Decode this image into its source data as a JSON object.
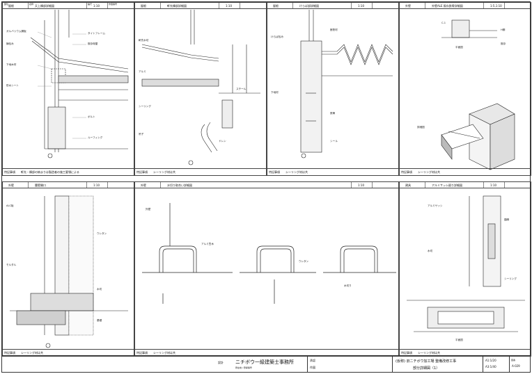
{
  "panels": [
    {
      "cat": "屋根",
      "title": "天上棟部詳細図",
      "scale": "1:10",
      "note": "軒先・棟部の納まりは製造者の施工要領による"
    },
    {
      "cat": "屋根",
      "title": "軒先棟部詳細図",
      "scale": "1:10",
      "note": "シーリング材は共"
    },
    {
      "cat": "屋根",
      "title": "けらば部詳細図",
      "scale": "1:10",
      "note": "シーリング材は共"
    },
    {
      "cat": "外壁",
      "title": "外壁ALE 既存鉄骨詳細図",
      "scale": "1:5,1:10",
      "note": "シーリング材は共"
    },
    {
      "cat": "外壁",
      "title": "腰壁開口",
      "scale": "1:10",
      "note": "シーリング材は共"
    },
    {
      "cat": "外壁",
      "title": "水切り取合い詳細図",
      "scale": "1:10",
      "note": "シーリング材は共"
    },
    {
      "cat": "建具",
      "title": "アルミサッシ廻り詳細図",
      "scale": "1:10",
      "note": "シーリング材は共"
    }
  ],
  "header_labels": {
    "cat_label": "部位",
    "name_label": "名称",
    "scale_label": "縮尺",
    "drawing_no_label": "作図番号"
  },
  "footer_label": "特記事項",
  "labels": {
    "ridge": [
      "ガルバリウム鋼板",
      "棟包み",
      "下地木材",
      "防水シート",
      "タイトフレーム",
      "既存母屋",
      "ボルト",
      "ルーフィング"
    ],
    "eave": [
      "軒先水切",
      "アルミ",
      "シーリング",
      "吊子",
      "スチール",
      "ドレン"
    ],
    "verge": [
      "けらば包み",
      "断熱材",
      "下地材",
      "鉄骨",
      "シール"
    ],
    "steel": [
      "C-1",
      "H鋼",
      "既存",
      "平面図",
      "詳細図"
    ],
    "wall": [
      "ALC板",
      "ウレタン",
      "モルタル",
      "水切",
      "基礎"
    ],
    "sill": [
      "外壁",
      "アルミ笠木",
      "ウレタン",
      "水切り"
    ],
    "sash": [
      "アルミサッシ",
      "額縁",
      "水切",
      "シーリング",
      "平面図"
    ]
  },
  "title_block": {
    "office_label": "設計",
    "firm": "ニチボウ一級建築士事務所",
    "firm_sub": "所在地 / 登録番号",
    "approval": "承認",
    "drawn_by": "作図",
    "project": "(仮称) 旧ニチボウ加工場 整備改修工事",
    "sheet_title": "部分詳細図（1）",
    "scale": "A1:1/20",
    "scale2": "A3:1/40",
    "no_label": "図番",
    "no": "A-029"
  }
}
